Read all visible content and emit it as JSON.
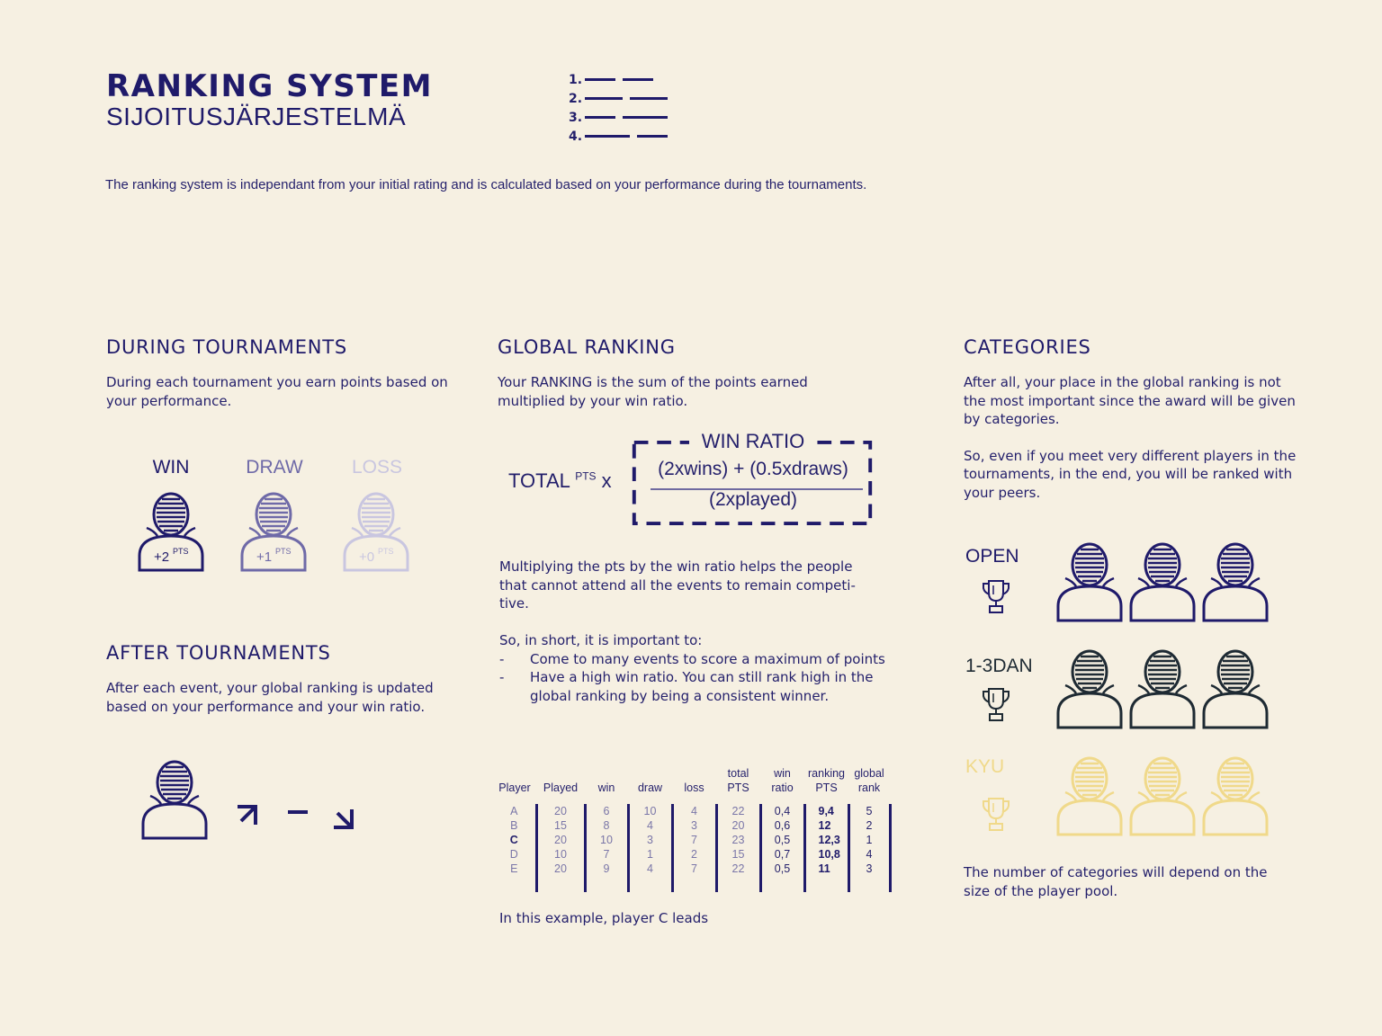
{
  "header": {
    "title": "RANKING SYSTEM",
    "subtitle": "SIJOITUSJÄRJESTELMÄ",
    "list_icon": {
      "numbers": [
        "1.",
        "2.",
        "3.",
        "4."
      ],
      "icon": "numbered-list-icon"
    },
    "intro": "The ranking system is independant from your initial rating and is calculated based on your performance during the tournaments."
  },
  "colors": {
    "background": "#f6f0e2",
    "primary": "#1f1a6a",
    "draw": "#6f6aa8",
    "loss": "#c9c6e0",
    "dan": "#1e2a33",
    "kyu": "#f0d98a"
  },
  "during": {
    "heading": "DURING TOURNAMENTS",
    "text": "During each tournament you earn points based on your performance.",
    "results": [
      {
        "label": "WIN",
        "points": "+2",
        "unit": "PTS",
        "color": "#1f1a6a"
      },
      {
        "label": "DRAW",
        "points": "+1",
        "unit": "PTS",
        "color": "#6f6aa8"
      },
      {
        "label": "LOSS",
        "points": "+0",
        "unit": "PTS",
        "color": "#c9c6e0"
      }
    ]
  },
  "after": {
    "heading": "AFTER TOURNAMENTS",
    "text": "After each event, your global ranking is updated based on your performance and your win ratio.",
    "arrows": [
      "arrow-up-right-icon",
      "dash-icon",
      "arrow-down-right-icon"
    ]
  },
  "global": {
    "heading": "GLOBAL RANKING",
    "text": "Your RANKING is the sum of the points earned multiplied by your win ratio.",
    "formula": {
      "total": "TOTAL",
      "total_sup": "PTS",
      "times": "x",
      "box_label": "WIN RATIO",
      "numerator": "(2xwins) + (0.5xdraws)",
      "denominator": "(2xplayed)"
    },
    "explain": "Multiplying the pts by the win ratio helps the people that cannot attend all the events to remain competi-tive.",
    "short_intro": "So, in short, it is important to:",
    "bullets": [
      "Come to many events to score a maximum of points",
      "Have a high win ratio. You can still rank high in the global ranking by being a consistent winner."
    ],
    "table": {
      "headers": [
        [
          "",
          "Player"
        ],
        [
          "",
          "Played"
        ],
        [
          "",
          "win"
        ],
        [
          "",
          "draw"
        ],
        [
          "",
          "loss"
        ],
        [
          "total",
          "PTS"
        ],
        [
          "win",
          "ratio"
        ],
        [
          "ranking",
          "PTS"
        ],
        [
          "global",
          "rank"
        ]
      ],
      "rows": [
        [
          "A",
          "20",
          "6",
          "10",
          "4",
          "22",
          "0,4",
          "9,4",
          "5"
        ],
        [
          "B",
          "15",
          "8",
          "4",
          "3",
          "20",
          "0,6",
          "12",
          "2"
        ],
        [
          "C",
          "20",
          "10",
          "3",
          "7",
          "23",
          "0,5",
          "12,3",
          "1"
        ],
        [
          "D",
          "10",
          "7",
          "1",
          "2",
          "15",
          "0,7",
          "10,8",
          "4"
        ],
        [
          "E",
          "20",
          "9",
          "4",
          "7",
          "22",
          "0,5",
          "11",
          "3"
        ]
      ]
    },
    "caption": "In this example, player C leads"
  },
  "categories": {
    "heading": "CATEGORIES",
    "text1": "After all, your place in the global ranking is not the most important since the award will be given by categories.",
    "text2": "So, even if you meet very different players in the tournaments, in the end, you will be ranked with your peers.",
    "groups": [
      {
        "label": "OPEN",
        "color": "#1f1a6a"
      },
      {
        "label": "1-3DAN",
        "color": "#1e2a33"
      },
      {
        "label": "KYU",
        "color": "#f0d98a"
      }
    ],
    "footer": "The number of categories will depend on the size of the player pool."
  }
}
